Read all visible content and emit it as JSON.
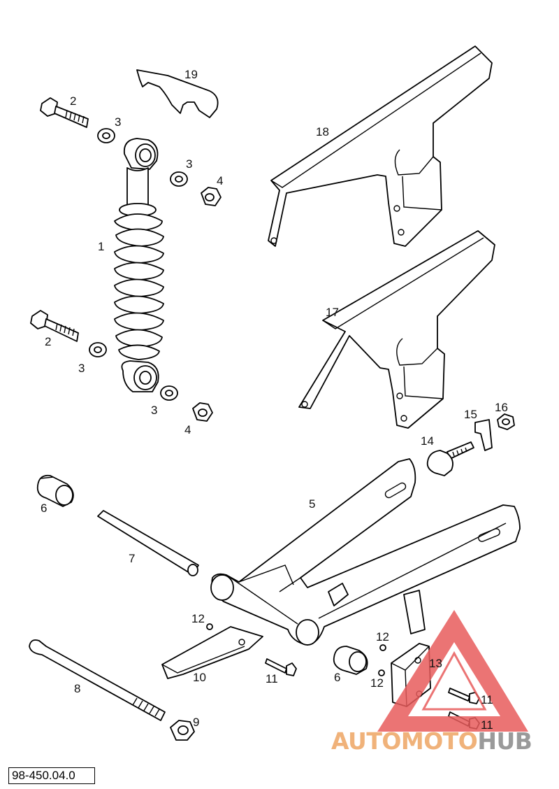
{
  "diagram": {
    "labels": {
      "p1": "1",
      "p2a": "2",
      "p2b": "2",
      "p3a": "3",
      "p3b": "3",
      "p3c": "3",
      "p3d": "3",
      "p4a": "4",
      "p4b": "4",
      "p5": "5",
      "p6a": "6",
      "p6b": "6",
      "p7": "7",
      "p8": "8",
      "p9": "9",
      "p10": "10",
      "p11a": "11",
      "p11b": "11",
      "p11c": "11",
      "p12a": "12",
      "p12b": "12",
      "p12c": "12",
      "p13": "13",
      "p14": "14",
      "p15": "15",
      "p16": "16",
      "p17": "17",
      "p18": "18",
      "p19": "19"
    },
    "doc_code": "98-450.04.0"
  },
  "watermark": {
    "word_part1": "AUTOMOTO",
    "word_part2": "HUB",
    "colors": {
      "triangle": "#e85c5c",
      "accent": "#f0b27a",
      "gray": "#9a9a9a"
    }
  }
}
